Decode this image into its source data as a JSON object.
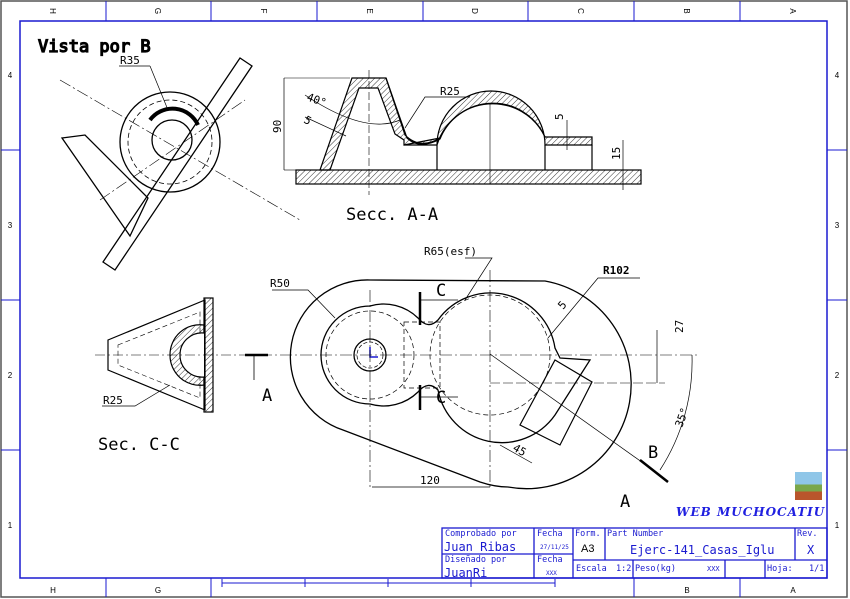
{
  "border": {
    "columns": [
      "H",
      "G",
      "F",
      "E",
      "D",
      "C",
      "B",
      "A"
    ],
    "rows": [
      "4",
      "3",
      "2",
      "1"
    ]
  },
  "views": {
    "view_b_title": "Vista por B",
    "section_aa_title": "Secc. A-A",
    "section_cc_title": "Sec. C-C"
  },
  "dimensions": {
    "view_b_radius": "R35",
    "aa_height": "90",
    "aa_angle": "40°",
    "aa_thickness": "5",
    "aa_radius": "R25",
    "aa_wall": "5",
    "aa_base": "15",
    "plan_r50": "R50",
    "plan_r65": "R65(esf)",
    "plan_r102": "R102",
    "plan_wall": "5",
    "plan_offset": "27",
    "plan_angle": "35°",
    "plan_width": "45",
    "plan_distance": "120",
    "cc_radius": "R25"
  },
  "section_marks": {
    "a_left": "A",
    "a_right": "A",
    "b": "B",
    "c_top": "C",
    "c_bottom": "C"
  },
  "logo_text": "WEB MUCHOCATIU",
  "title_block": {
    "checked_label": "Comprobado por",
    "checked_value": "Juan Ribas",
    "date_label_1": "Fecha",
    "date_value_1": "27/11/25",
    "designed_label": "Diseñado por",
    "designed_value": "JuanRi",
    "date_label_2": "Fecha",
    "date_value_2": "XXX",
    "format_label": "Form.",
    "format_value": "A3",
    "part_number_label": "Part Number",
    "part_number_value": "Ejerc-141_Casas_Iglu",
    "rev_label": "Rev.",
    "rev_value": "X",
    "scale_label": "Escala",
    "scale_value": "1:2",
    "weight_label": "Peso(kg)",
    "weight_value": "XXX",
    "sheet_label": "Hoja:",
    "sheet_value": "1/1"
  },
  "colors": {
    "frame": "#1a1ad0",
    "ink": "#000000"
  }
}
